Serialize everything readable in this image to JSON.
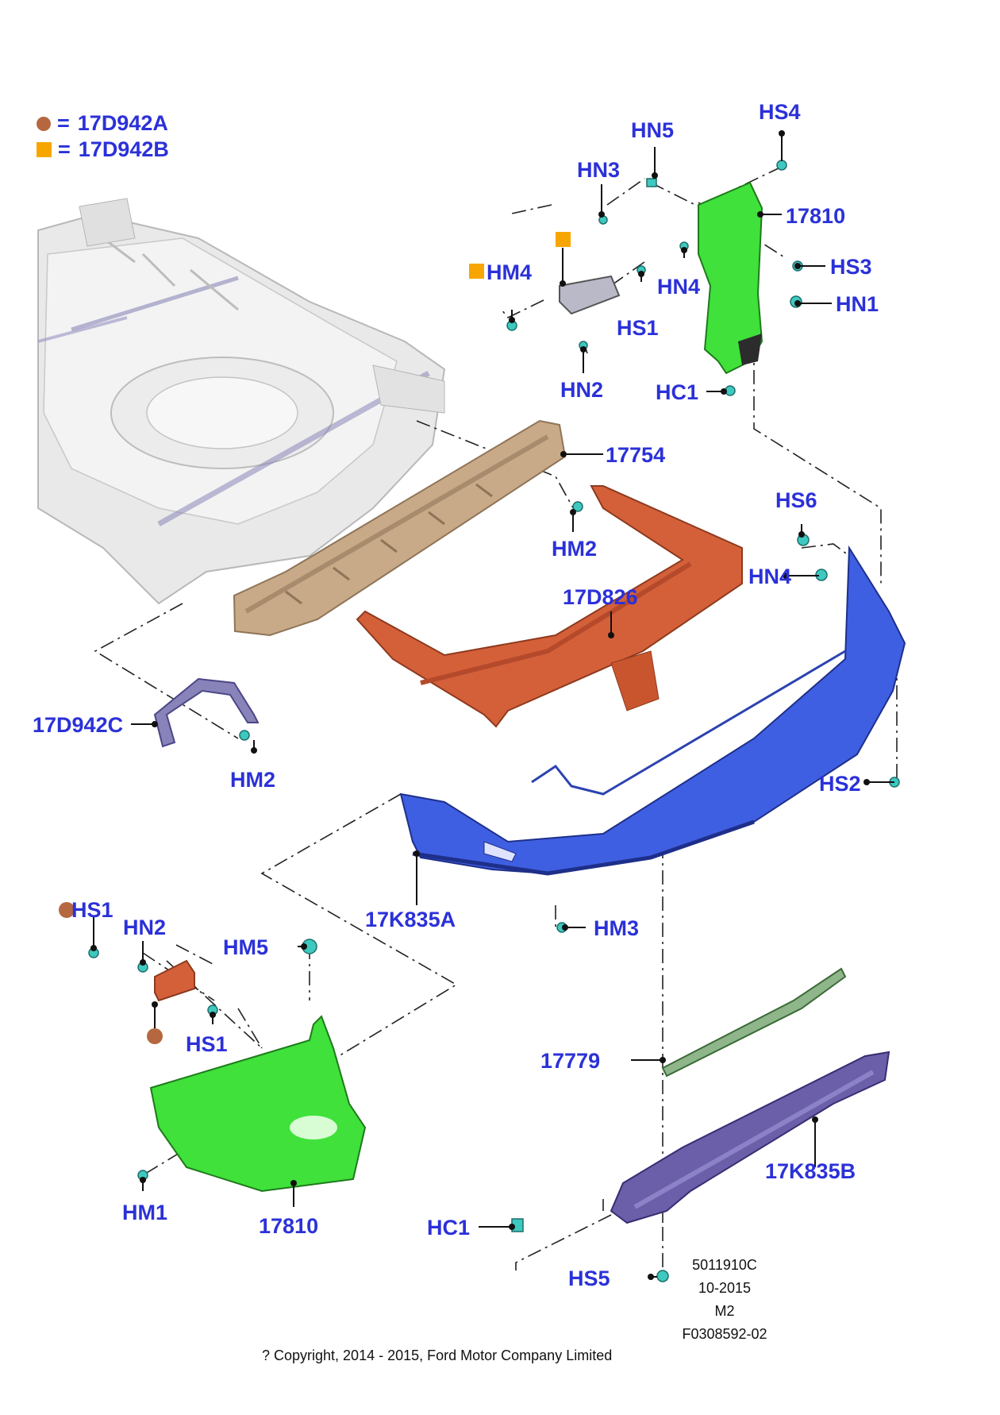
{
  "legend": [
    {
      "marker": "circle",
      "color": "#b5683f",
      "eq": "=",
      "code": "17D942A"
    },
    {
      "marker": "square",
      "color": "#f7a600",
      "eq": "=",
      "code": "17D942B"
    }
  ],
  "labels": {
    "hs4_top": "HS4",
    "hn5": "HN5",
    "hn3": "HN3",
    "p17810_top": "17810",
    "hs3": "HS3",
    "hm4": "HM4",
    "hn4_top": "HN4",
    "hn1": "HN1",
    "hs1_top": "HS1",
    "hn2_top": "HN2",
    "hc1_top": "HC1",
    "p17754": "17754",
    "hm2_mid": "HM2",
    "hs6": "HS6",
    "hn4_mid": "HN4",
    "p17d826": "17D826",
    "p17d942c": "17D942C",
    "hm2_left": "HM2",
    "hs2": "HS2",
    "p17k835a": "17K835A",
    "hm3": "HM3",
    "hs1_left": "HS1",
    "hn2_left": "HN2",
    "hm5": "HM5",
    "hs1_bot": "HS1",
    "p17779": "17779",
    "p17k835b": "17K835B",
    "hm1": "HM1",
    "p17810_bot": "17810",
    "hc1_bot": "HC1",
    "hs5": "HS5"
  },
  "info": {
    "line1": "5011910C",
    "line2": "10-2015",
    "line3": "M2",
    "line4": "F0308592-02"
  },
  "copyright": "? Copyright, 2014 - 2015, Ford Motor Company Limited",
  "colors": {
    "label": "#2b31d8",
    "green": "#3fe13a",
    "blue": "#3f5fe2",
    "orange": "#d4603a",
    "tan": "#c9ab8a",
    "purple": "#6a5fa8",
    "teal": "#3ec8c0"
  }
}
